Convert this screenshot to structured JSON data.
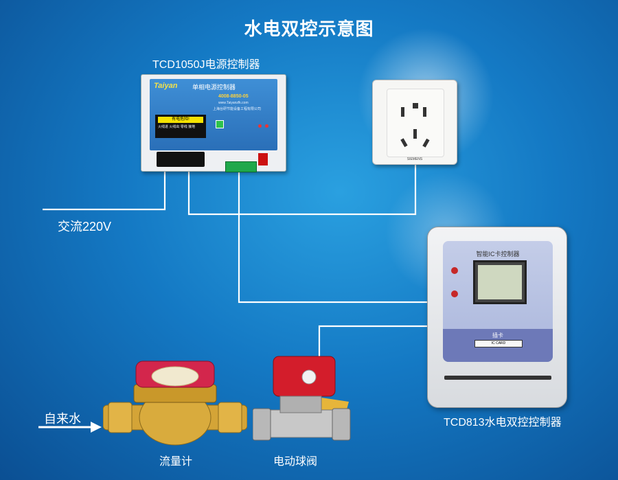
{
  "title": "水电双控示意图",
  "labels": {
    "power_controller": "TCD1050J电源控制器",
    "ac_power": "交流220V",
    "card_controller": "TCD813水电双控控制器",
    "tap_water": "自来水",
    "flow_meter": "流量计",
    "motorized_valve": "电动球阀"
  },
  "power_controller_face": {
    "brand": "Taiyan",
    "name": "单相电源控制器",
    "phone": "4008-8850-05",
    "website": "www.Taiyanzfk.com",
    "company": "上海台研节能设备工程有限公司",
    "warning": "有电危险!",
    "terminals": "火线进 火线出 零线 接地"
  },
  "socket_brand": "SIEMENS",
  "card_controller_face": {
    "title": "智能IC卡控制器",
    "insert": "插卡",
    "card": "IC CARD"
  },
  "colors": {
    "background": "#1479c4",
    "wire": "#ffffff",
    "text": "#ffffff"
  },
  "icons": [
    "arrow-right-icon"
  ]
}
